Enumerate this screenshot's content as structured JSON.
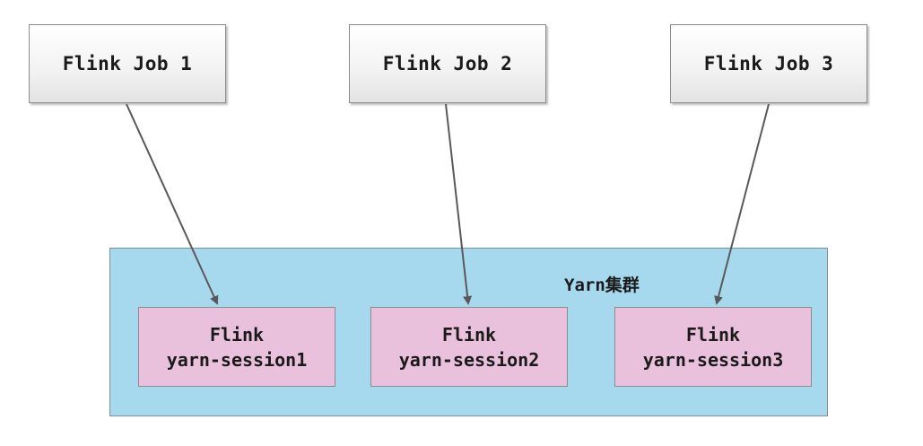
{
  "jobs": [
    {
      "label": "Flink Job 1"
    },
    {
      "label": "Flink Job 2"
    },
    {
      "label": "Flink Job 3"
    }
  ],
  "cluster": {
    "label": "Yarn集群",
    "color": "#a6d8ee"
  },
  "sessions": [
    {
      "line1": "Flink",
      "line2": "yarn-session1"
    },
    {
      "line1": "Flink",
      "line2": "yarn-session2"
    },
    {
      "line1": "Flink",
      "line2": "yarn-session3"
    }
  ],
  "colors": {
    "job_fill": "#f2f2f2",
    "session_fill": "#eac1dc",
    "arrow": "#595959"
  }
}
